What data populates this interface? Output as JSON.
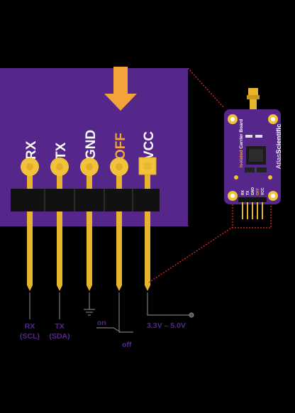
{
  "colors": {
    "board": "#55278a",
    "board_dark": "#3d1a66",
    "pad": "#f2c23a",
    "pin": "#e7b52c",
    "header": "#111111",
    "arrow": "#f2a33a",
    "label_purple": "#55278a",
    "leader_red": "#e32b2b",
    "white": "#ffffff"
  },
  "pins": [
    {
      "label": "RX",
      "highlight": false,
      "pad_shape": "circle"
    },
    {
      "label": "TX",
      "highlight": false,
      "pad_shape": "circle"
    },
    {
      "label": "GND",
      "highlight": false,
      "pad_shape": "circle"
    },
    {
      "label": "OFF",
      "highlight": true,
      "pad_shape": "circle"
    },
    {
      "label": "VCC",
      "highlight": false,
      "pad_shape": "square"
    }
  ],
  "bottom_labels": {
    "rx_line1": "RX",
    "rx_line2": "(SCL)",
    "tx_line1": "TX",
    "tx_line2": "(SDA)",
    "on": "on",
    "off": "off",
    "vcc": "3.3V – 5.0V"
  },
  "inset_board": {
    "brand_light": "Atlas",
    "brand_bold": "Scientific",
    "subtitle_first": "Isolated",
    "subtitle_rest": " Carrier Board",
    "pin_labels": [
      "RX",
      "TX",
      "GND",
      "OFF",
      "VCC"
    ]
  }
}
